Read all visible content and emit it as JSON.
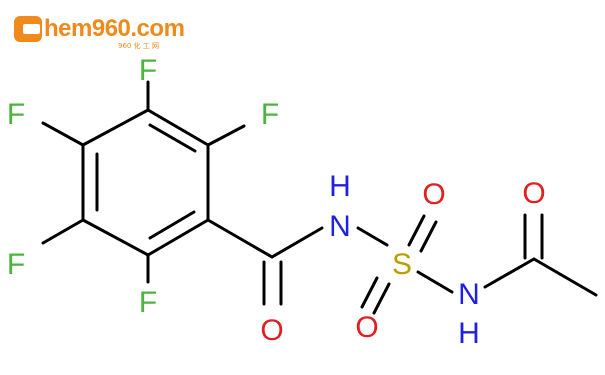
{
  "watermark": {
    "brand": "hem960",
    "domain": ".com",
    "subtitle": "960 化 工 网"
  },
  "molecule": {
    "atoms": {
      "F_top": "F",
      "F_left_upper": "F",
      "F_left_lower": "F",
      "F_right_upper": "F",
      "F_bottom": "F",
      "NH_top_N": "N",
      "NH_top_H": "H",
      "S": "S",
      "O_sulfonyl_upper": "O",
      "O_sulfonyl_lower": "O",
      "NH_bottom_N": "N",
      "NH_bottom_H": "H",
      "O_carbonyl_amide": "O",
      "O_carbonyl_acetyl": "O"
    },
    "colors": {
      "fluorine": "#4ab43c",
      "nitrogen": "#2020e0",
      "oxygen": "#e02020",
      "sulfur": "#b8a000",
      "bond": "#000000",
      "watermark": "#f08a1c"
    }
  }
}
